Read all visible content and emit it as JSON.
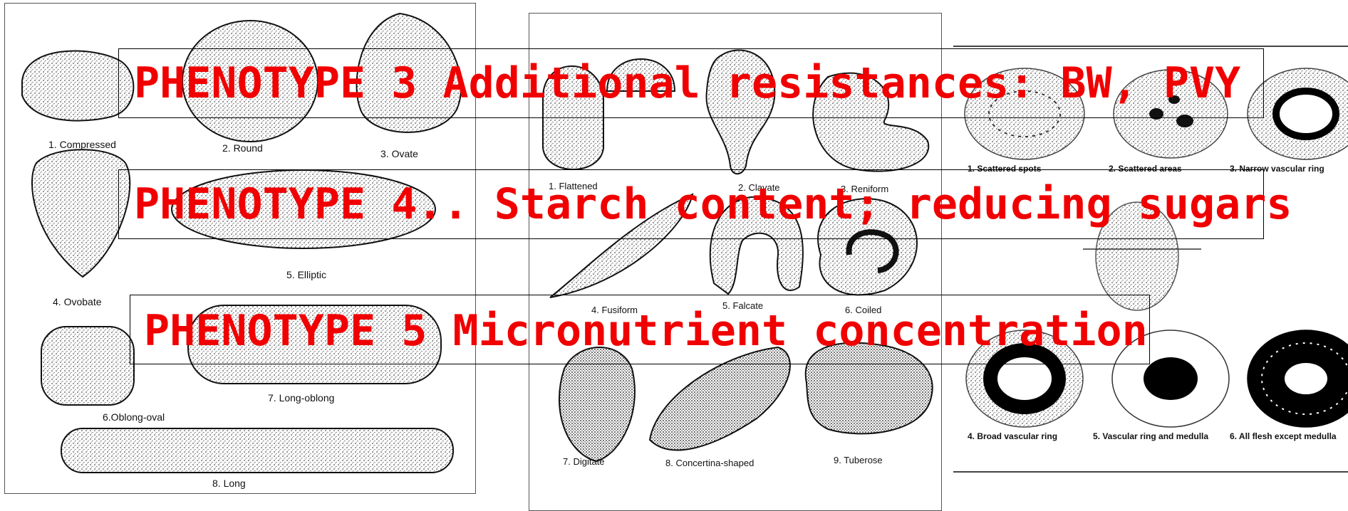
{
  "panel_left": {
    "captions": [
      "1. Compressed",
      "2. Round",
      "3. Ovate",
      "4. Ovobate",
      "5. Elliptic",
      "6.Oblong-oval",
      "7. Long-oblong",
      "8. Long"
    ]
  },
  "panel_middle": {
    "captions": [
      "1. Flattened",
      "2. Clavate",
      "3. Reniform",
      "4. Fusiform",
      "5. Falcate",
      "6. Coiled",
      "7. Digitate",
      "8. Concertina-shaped",
      "9. Tuberose"
    ]
  },
  "panel_right": {
    "captions": [
      "1. Scattered spots",
      "2. Scattered areas",
      "3. Narrow vascular ring",
      "4. Broad vascular ring",
      "5. Vascular ring and medulla",
      "6. All flesh except medulla"
    ]
  },
  "overlays": [
    "PHENOTYPE 3 Additional resistances: BW, PVY",
    "PHENOTYPE 4.. Starch content; reducing sugars",
    "PHENOTYPE 5 Micronutrient concentration"
  ],
  "colors": {
    "overlay_text": "#f00000",
    "drawing": "#111111"
  }
}
